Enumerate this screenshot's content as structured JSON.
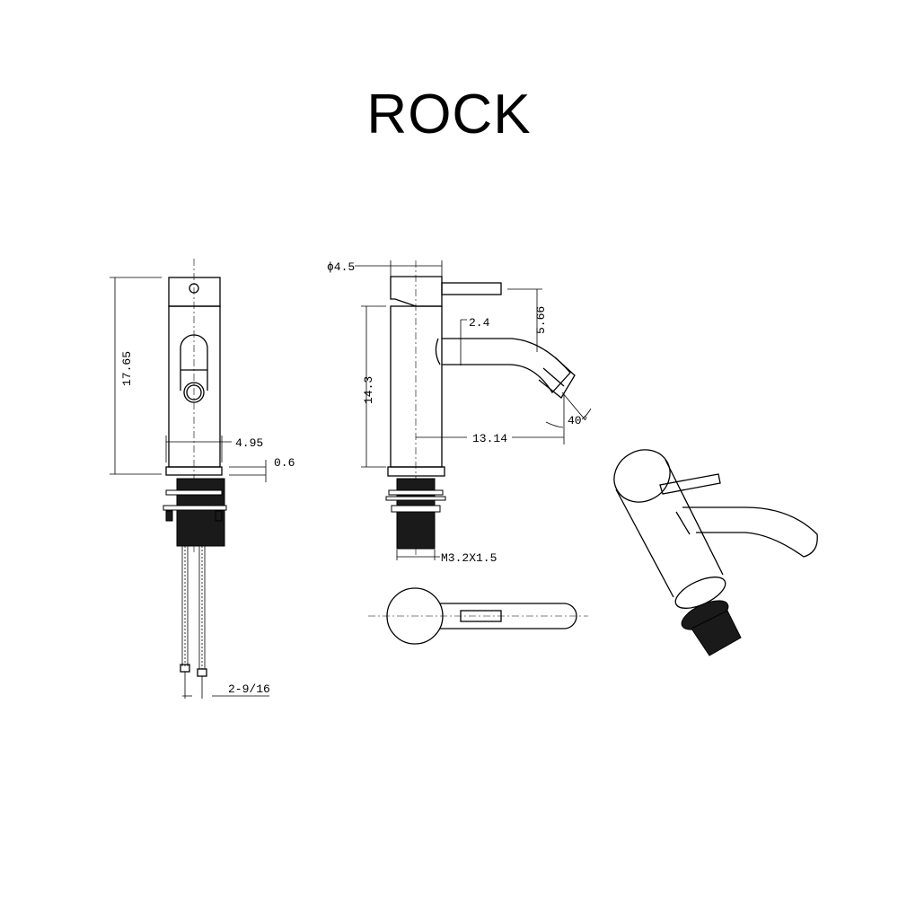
{
  "title": "ROCK",
  "front_view": {
    "height_label": "17.65",
    "base_width_label": "4.95",
    "base_thickness_label": "0.6",
    "hose_spacing_label": "2-9/16"
  },
  "side_view": {
    "diameter_label": "ϕ4.5",
    "body_height_label": "14.3",
    "spout_height_label": "5.66",
    "spout_diameter_label": "2.4",
    "reach_label": "13.14",
    "angle_label": "40°",
    "thread_label": "M3.2X1.5"
  }
}
